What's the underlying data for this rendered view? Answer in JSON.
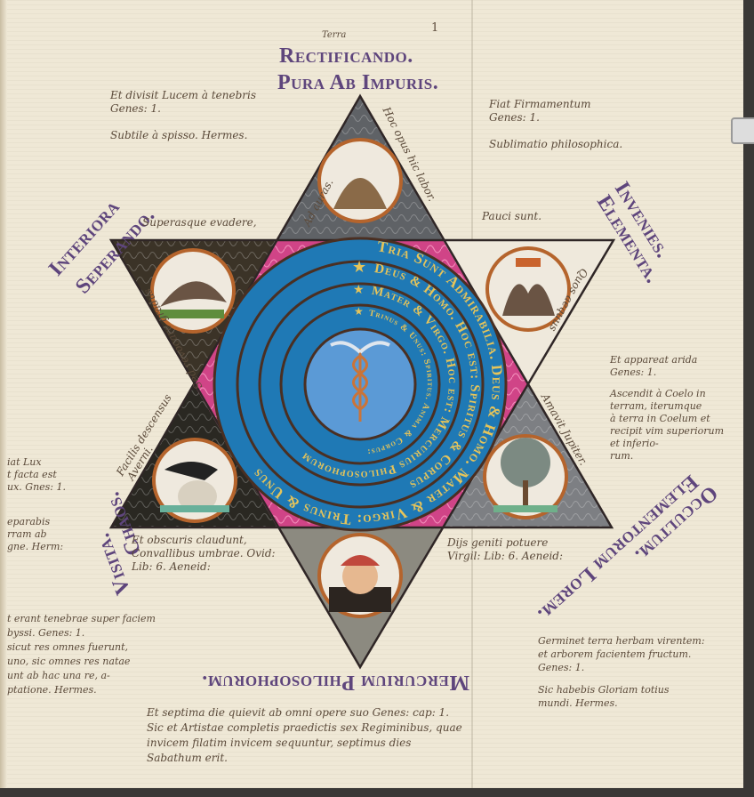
{
  "page_number": "1",
  "top_note": "Terra",
  "titles": {
    "top_line1": "Rectificando.",
    "top_line2": "Pura Ab Impuris.",
    "upper_left_line1": "Interiora",
    "upper_left_line2": "Seperando.",
    "upper_right_line1": "Invenies.",
    "upper_right_line2": "Elementa.",
    "lower_left_line1": "Visita.",
    "lower_left_line2": "Chaos.",
    "lower_right_line1": "Occultum.",
    "lower_right_line2": "Elementorum Lorem.",
    "bottom": "Mercurium Philosophorum."
  },
  "rings": [
    "Tria Sunt Admirabilia. Deus & Homo. Mater & Virgo: Trinus & Unus",
    "Deus & Homo. Hoc est: Spiritus & Corpus",
    "Mater & Virgo. Hoc est: Mercurius Philosophorum",
    "Trinus & Unus: Spiritus. Anima & Corpus:"
  ],
  "edge_notes": {
    "ad_auras": "Ad auras.",
    "hoc_opus": "Hoc opus hic labor.",
    "superasque": "Superasque evadere,",
    "pauci": "Pauci sunt.",
    "quos_aequus": "Quos aequus",
    "sed_revocare": "Sed revocare gradus",
    "facilis_line1": "Facilis descensus",
    "facilis_line2": "Averni.",
    "amavit": "Amavit Jupiter."
  },
  "margin_notes": {
    "upper_left": [
      "Et divisit Lucem à tenebris",
      "Genes: 1.",
      "",
      "Subtile à spisso. Hermes."
    ],
    "upper_right": [
      "Fiat Firmamentum",
      "Genes: 1.",
      "",
      "Sublimatio philosophica."
    ],
    "right_middle": [
      "Et appareat arida",
      "Genes: 1.",
      "",
      "Ascendit à Coelo in",
      "terram, iterumque",
      "à terra in Coelum et",
      "recipit vim superiorum",
      "et inferio-",
      "rum."
    ],
    "left_fiat": [
      "iat Lux",
      "t facta est",
      "ux. Gnes: 1."
    ],
    "left_separabis": [
      "eparabis",
      "rram ab",
      "gne. Herm:"
    ],
    "left_lower": [
      "t erant tenebrae super faciem",
      "byssi. Genes: 1.",
      "sicut res omnes fuerunt,",
      "uno, sic omnes res natae",
      "unt ab hac una re, a-",
      "ptatione. Hermes."
    ],
    "ovid": [
      "Et obscuris claudunt,",
      "Convallibus umbrae. Ovid:",
      "Lib: 6. Aeneid:"
    ],
    "virgil": [
      "Dijs geniti potuere",
      "Virgil: Lib: 6. Aeneid:"
    ],
    "lower_right": [
      "Germinet terra herbam virentem:",
      "et arborem facientem fructum.",
      "Genes: 1.",
      "",
      "Sic habebis Gloriam totius",
      "mundi. Hermes."
    ],
    "bottom": [
      "Et septima die quievit ab omni opere suo Genes: cap: 1.",
      "Sic et Artistae completis praedictis sex Regiminibus, quae",
      "invicem filatim invicem sequuntur, septimus dies",
      "Sabathum erit."
    ]
  },
  "colors": {
    "paper": "#efe8d6",
    "ink": "#5b4a3a",
    "title_purple": "#5e457c",
    "ring_blue": "#1f79b5",
    "ring_gold": "#e6c45a",
    "magenta": "#cf3f86"
  }
}
